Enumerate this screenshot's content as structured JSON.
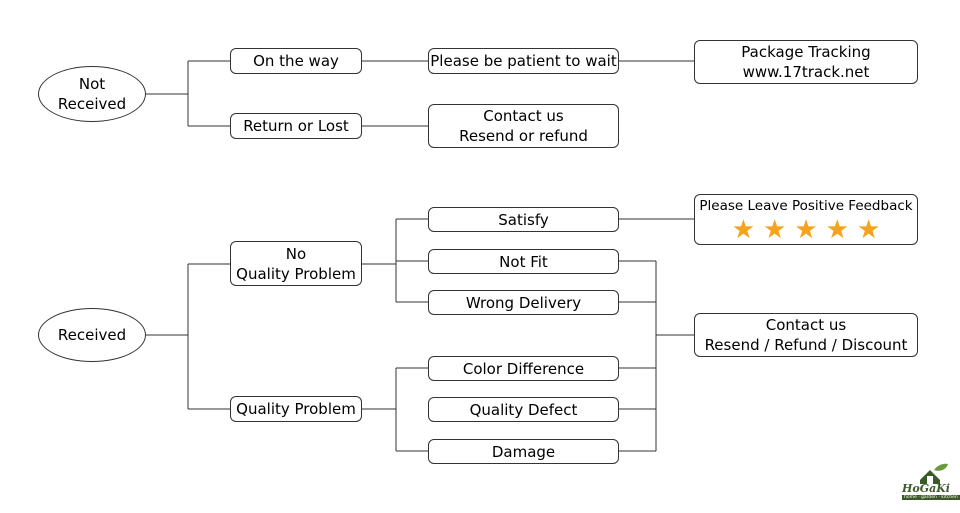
{
  "not_received": {
    "root": [
      "Not",
      "Received"
    ],
    "on_the_way": "On the way",
    "return_or_lost": "Return or Lost",
    "patient": "Please be patient to wait",
    "tracking": [
      "Package Tracking",
      "www.17track.net"
    ],
    "contact": [
      "Contact us",
      "Resend or refund"
    ]
  },
  "received": {
    "root": "Received",
    "no_quality_problem": [
      "No",
      "Quality Problem"
    ],
    "quality_problem": "Quality Problem",
    "satisfy": "Satisfy",
    "not_fit": "Not Fit",
    "wrong_delivery": "Wrong Delivery",
    "color_difference": "Color Difference",
    "quality_defect": "Quality Defect",
    "damage": "Damage",
    "feedback": "Please Leave Positive Feedback",
    "feedback_stars": 5,
    "contact": [
      "Contact us",
      "Resend / Refund / Discount"
    ]
  },
  "logo": {
    "word": "HoGaKi",
    "tagline": "home · garden · kitchen"
  },
  "colors": {
    "star": "#f5a21c",
    "border": "#333333",
    "logo_green": "#3a5a28"
  }
}
